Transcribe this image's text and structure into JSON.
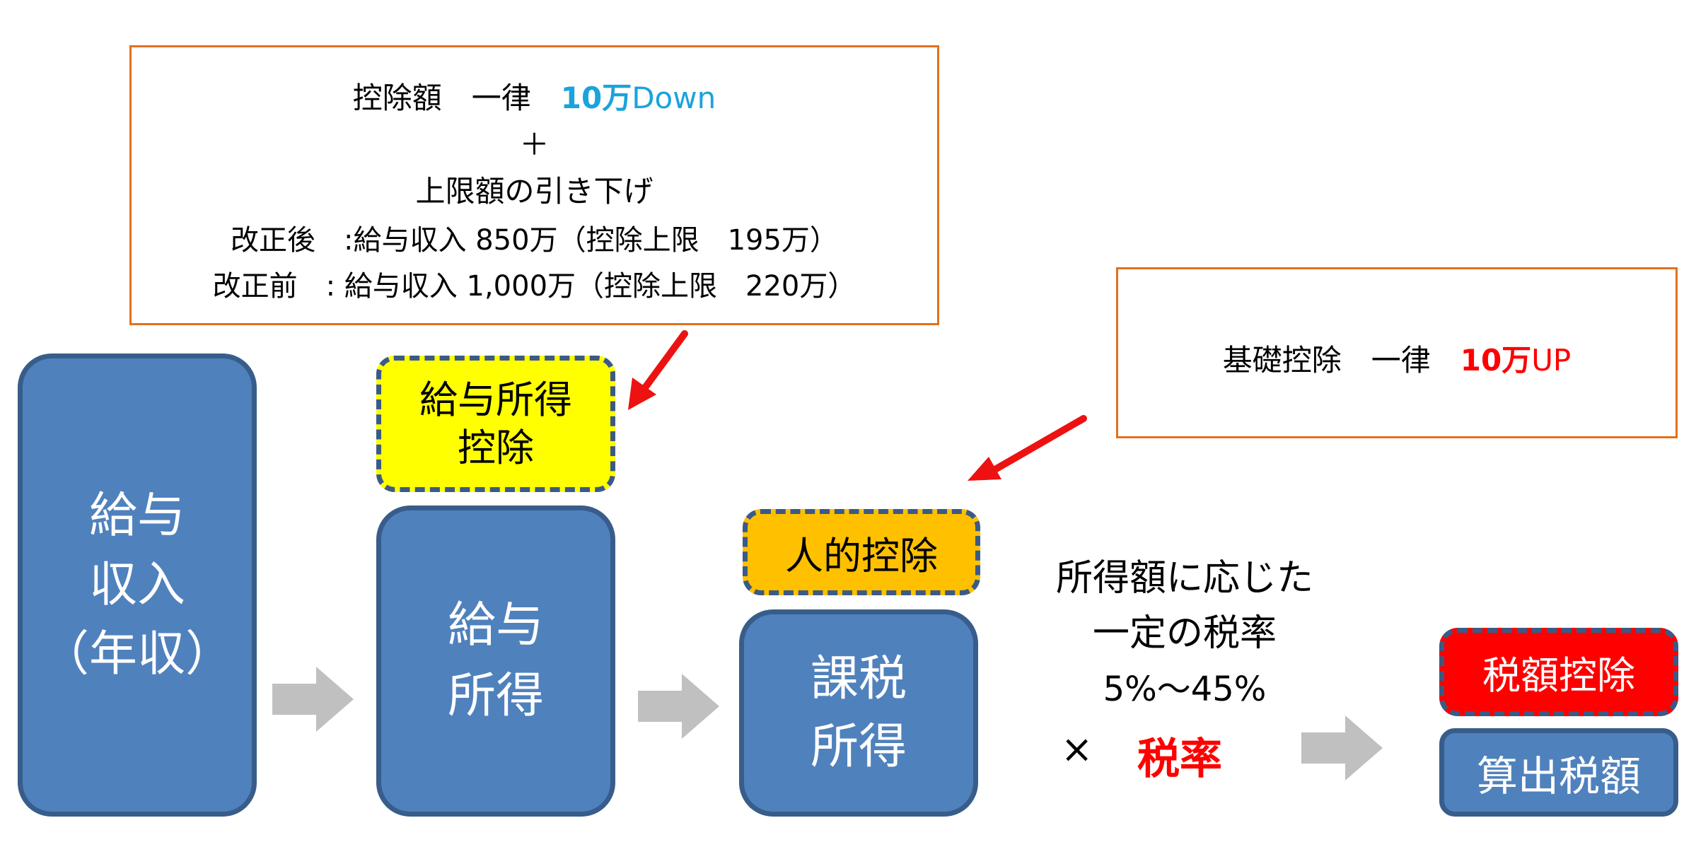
{
  "colors": {
    "box_fill": "#4f81bd",
    "box_border": "#385d8a",
    "yellow": "#ffff00",
    "orange": "#ffc000",
    "red": "#ff0000",
    "callout_border": "#e2711d",
    "down_blue": "#1aa3dc",
    "arrow_gray": "#c0c0c0",
    "pointer_red": "#ee1111"
  },
  "callout_top": {
    "l1_prefix": "控除額　一律　",
    "l1_amount": "10万",
    "l1_dir": "Down",
    "l2": "＋",
    "l3": "上限額の引き下げ",
    "l4": "改正後　:給与収入 850万（控除上限　195万）",
    "l5": "改正前　: 給与収入 1,000万（控除上限　220万）"
  },
  "callout_right": {
    "prefix": "基礎控除　一律　",
    "amount": "10万",
    "dir": "UP"
  },
  "boxes": {
    "salary_income_l1": "給与",
    "salary_income_l2": "収入",
    "salary_income_l3": "（年収）",
    "salary_deduction_l1": "給与所得",
    "salary_deduction_l2": "控除",
    "employment_income_l1": "給与",
    "employment_income_l2": "所得",
    "personal_deduction": "人的控除",
    "taxable_income_l1": "課税",
    "taxable_income_l2": "所得",
    "tax_credit": "税額控除",
    "computed_tax": "算出税額"
  },
  "rate": {
    "l1": "所得額に応じた",
    "l2": "一定の税率",
    "l3": "5%〜45%",
    "times": "×",
    "label": "税率"
  },
  "icons": {
    "flow_arrow": "right-arrow-icon",
    "pointer_arrow": "pointer-arrow-icon"
  }
}
